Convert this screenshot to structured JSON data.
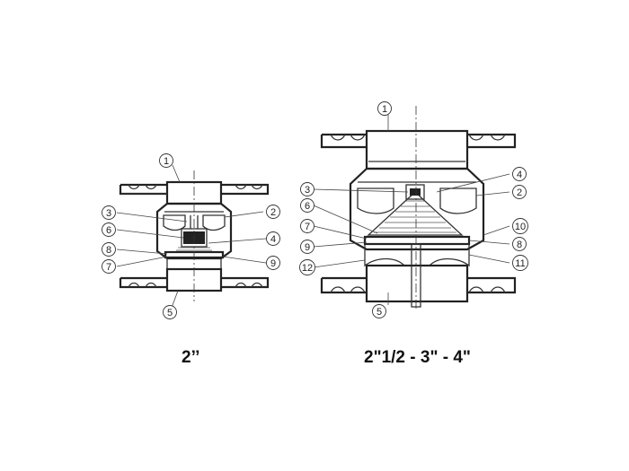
{
  "captions": {
    "small": "2’’",
    "large": "2\"1/2 - 3\" - 4\""
  },
  "small_valve": {
    "callouts": [
      "1",
      "2",
      "3",
      "4",
      "5",
      "6",
      "7",
      "8",
      "9"
    ]
  },
  "large_valve": {
    "callouts": [
      "1",
      "2",
      "3",
      "4",
      "5",
      "6",
      "7",
      "8",
      "9",
      "10",
      "11",
      "12"
    ]
  },
  "colors": {
    "line": "#333333",
    "background": "#ffffff"
  }
}
